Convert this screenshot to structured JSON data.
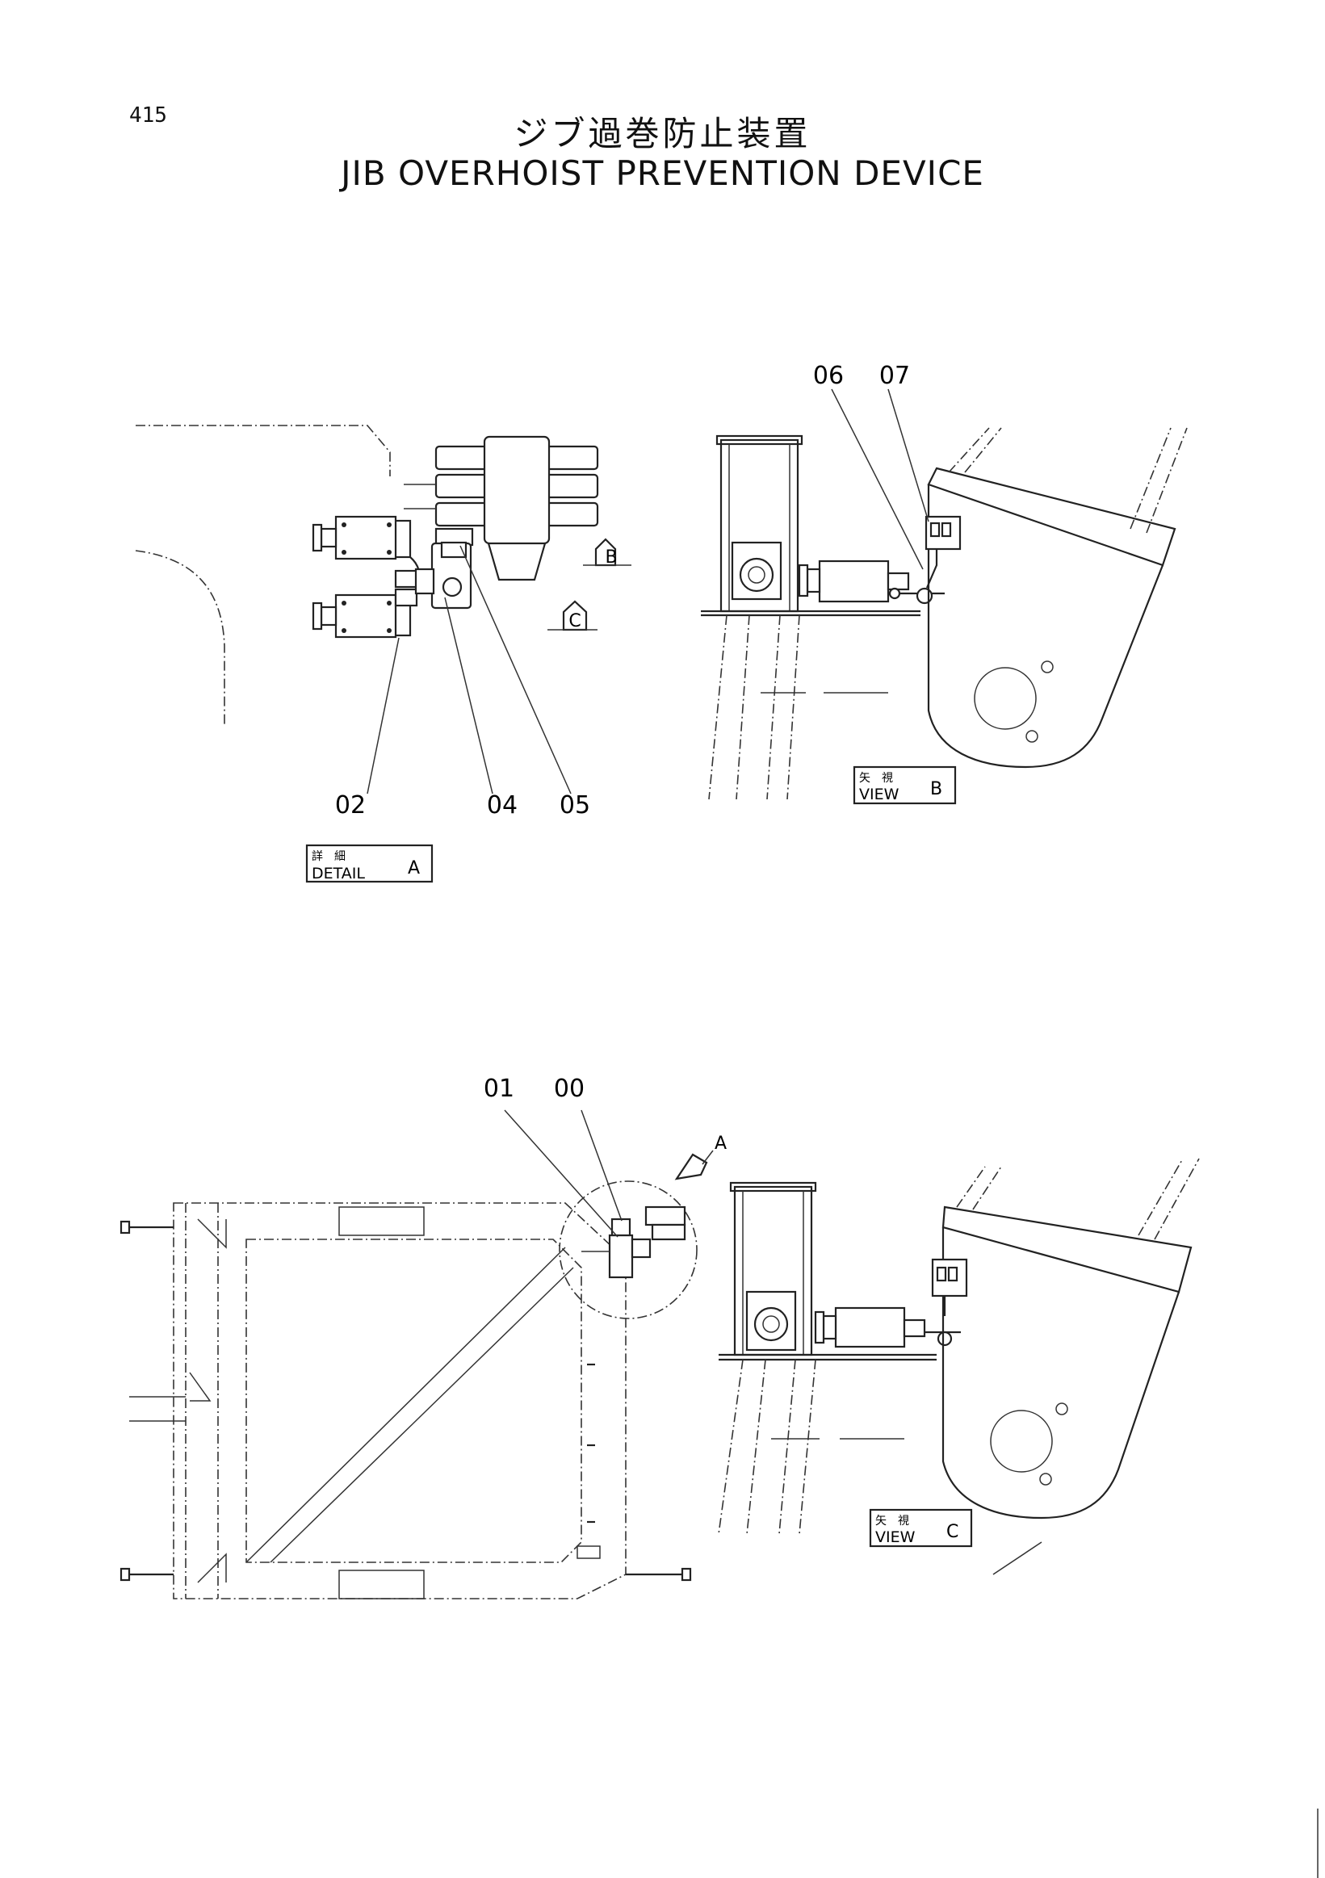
{
  "page_number": "415",
  "title_jp": "ジブ過巻防止装置",
  "title_en": "JIB OVERHOIST PREVENTION DEVICE",
  "part_numbers": {
    "p00": "00",
    "p01": "01",
    "p02": "02",
    "p04": "04",
    "p05": "05",
    "p06": "06",
    "p07": "07"
  },
  "view_markers": {
    "arrow_b": "B",
    "arrow_c": "C",
    "detail_arrow": "A"
  },
  "labels": {
    "detail_a": {
      "jp": "詳　細",
      "en": "DETAIL",
      "letter": "A"
    },
    "view_b": {
      "jp": "矢　視",
      "en": "VIEW",
      "letter": "B"
    },
    "view_c": {
      "jp": "矢　視",
      "en": "VIEW",
      "letter": "C"
    }
  }
}
